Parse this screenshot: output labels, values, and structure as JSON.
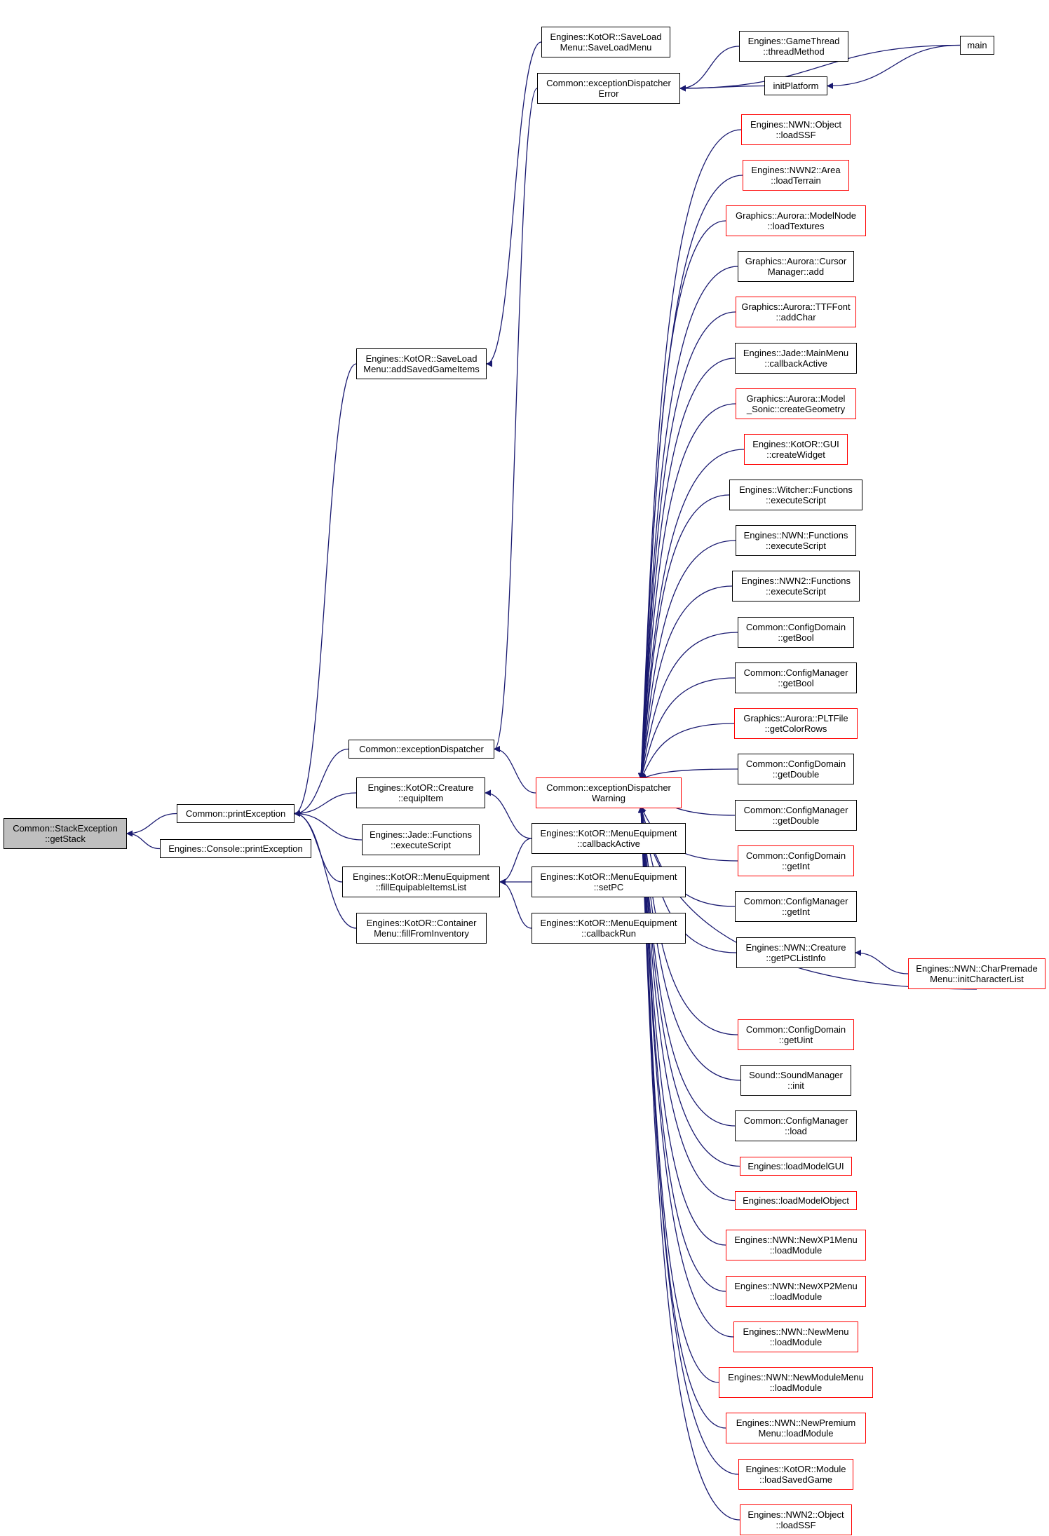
{
  "diagram": {
    "colors": {
      "edge": "#191970",
      "highlight_border": "#ff0000",
      "normal_border": "#000000",
      "root_fill": "#bfbfbf"
    },
    "nodes": [
      {
        "id": "getstack",
        "lines": [
          "Common::StackException",
          "::getStack"
        ],
        "style": "root"
      },
      {
        "id": "printexception",
        "lines": [
          "Common::printException"
        ],
        "style": "normal"
      },
      {
        "id": "console_printexception",
        "lines": [
          "Engines::Console::printException"
        ],
        "style": "normal"
      },
      {
        "id": "addsavedgameitems",
        "lines": [
          "Engines::KotOR::SaveLoad",
          "Menu::addSavedGameItems"
        ],
        "style": "normal"
      },
      {
        "id": "exceptiondispatcher",
        "lines": [
          "Common::exceptionDispatcher"
        ],
        "style": "normal"
      },
      {
        "id": "equipitem",
        "lines": [
          "Engines::KotOR::Creature",
          "::equipItem"
        ],
        "style": "normal"
      },
      {
        "id": "jade_executescript",
        "lines": [
          "Engines::Jade::Functions",
          "::executeScript"
        ],
        "style": "normal"
      },
      {
        "id": "fillequipable",
        "lines": [
          "Engines::KotOR::MenuEquipment",
          "::fillEquipableItemsList"
        ],
        "style": "normal"
      },
      {
        "id": "fillfrominventory",
        "lines": [
          "Engines::KotOR::Container",
          "Menu::fillFromInventory"
        ],
        "style": "normal"
      },
      {
        "id": "saveloadmenu",
        "lines": [
          "Engines::KotOR::SaveLoad",
          "Menu::SaveLoadMenu"
        ],
        "style": "normal"
      },
      {
        "id": "dispatcher_error",
        "lines": [
          "Common::exceptionDispatcher",
          "Error"
        ],
        "style": "normal"
      },
      {
        "id": "dispatcher_warning",
        "lines": [
          "Common::exceptionDispatcher",
          "Warning"
        ],
        "style": "red"
      },
      {
        "id": "callbackactive",
        "lines": [
          "Engines::KotOR::MenuEquipment",
          "::callbackActive"
        ],
        "style": "normal"
      },
      {
        "id": "setpc",
        "lines": [
          "Engines::KotOR::MenuEquipment",
          "::setPC"
        ],
        "style": "normal"
      },
      {
        "id": "callbackrun",
        "lines": [
          "Engines::KotOR::MenuEquipment",
          "::callbackRun"
        ],
        "style": "normal"
      },
      {
        "id": "threadmethod",
        "lines": [
          "Engines::GameThread",
          "::threadMethod"
        ],
        "style": "normal"
      },
      {
        "id": "initplatform",
        "lines": [
          "initPlatform"
        ],
        "style": "normal"
      },
      {
        "id": "main",
        "lines": [
          "main"
        ],
        "style": "normal"
      },
      {
        "id": "nwn_loadssf",
        "lines": [
          "Engines::NWN::Object",
          "::loadSSF"
        ],
        "style": "red"
      },
      {
        "id": "loadterrain",
        "lines": [
          "Engines::NWN2::Area",
          "::loadTerrain"
        ],
        "style": "red"
      },
      {
        "id": "loadtextures",
        "lines": [
          "Graphics::Aurora::ModelNode",
          "::loadTextures"
        ],
        "style": "red"
      },
      {
        "id": "cursor_add",
        "lines": [
          "Graphics::Aurora::Cursor",
          "Manager::add"
        ],
        "style": "normal"
      },
      {
        "id": "addchar",
        "lines": [
          "Graphics::Aurora::TTFFont",
          "::addChar"
        ],
        "style": "red"
      },
      {
        "id": "jade_callbackactive",
        "lines": [
          "Engines::Jade::MainMenu",
          "::callbackActive"
        ],
        "style": "normal"
      },
      {
        "id": "creategeometry",
        "lines": [
          "Graphics::Aurora::Model",
          "_Sonic::createGeometry"
        ],
        "style": "red"
      },
      {
        "id": "createwidget",
        "lines": [
          "Engines::KotOR::GUI",
          "::createWidget"
        ],
        "style": "red"
      },
      {
        "id": "witcher_executescript",
        "lines": [
          "Engines::Witcher::Functions",
          "::executeScript"
        ],
        "style": "normal"
      },
      {
        "id": "nwn_executescript",
        "lines": [
          "Engines::NWN::Functions",
          "::executeScript"
        ],
        "style": "normal"
      },
      {
        "id": "nwn2_executescript",
        "lines": [
          "Engines::NWN2::Functions",
          "::executeScript"
        ],
        "style": "normal"
      },
      {
        "id": "domain_getbool",
        "lines": [
          "Common::ConfigDomain",
          "::getBool"
        ],
        "style": "normal"
      },
      {
        "id": "manager_getbool",
        "lines": [
          "Common::ConfigManager",
          "::getBool"
        ],
        "style": "normal"
      },
      {
        "id": "getcolorrows",
        "lines": [
          "Graphics::Aurora::PLTFile",
          "::getColorRows"
        ],
        "style": "red"
      },
      {
        "id": "domain_getdouble",
        "lines": [
          "Common::ConfigDomain",
          "::getDouble"
        ],
        "style": "normal"
      },
      {
        "id": "manager_getdouble",
        "lines": [
          "Common::ConfigManager",
          "::getDouble"
        ],
        "style": "normal"
      },
      {
        "id": "domain_getint",
        "lines": [
          "Common::ConfigDomain",
          "::getInt"
        ],
        "style": "red"
      },
      {
        "id": "manager_getint",
        "lines": [
          "Common::ConfigManager",
          "::getInt"
        ],
        "style": "normal"
      },
      {
        "id": "getpclistinfo",
        "lines": [
          "Engines::NWN::Creature",
          "::getPCListInfo"
        ],
        "style": "normal"
      },
      {
        "id": "initcharacterlist",
        "lines": [
          "Engines::NWN::CharPremade",
          "Menu::initCharacterList"
        ],
        "style": "red"
      },
      {
        "id": "domain_getuint",
        "lines": [
          "Common::ConfigDomain",
          "::getUint"
        ],
        "style": "red"
      },
      {
        "id": "soundmanager_init",
        "lines": [
          "Sound::SoundManager",
          "::init"
        ],
        "style": "normal"
      },
      {
        "id": "manager_load",
        "lines": [
          "Common::ConfigManager",
          "::load"
        ],
        "style": "normal"
      },
      {
        "id": "loadmodelgui",
        "lines": [
          "Engines::loadModelGUI"
        ],
        "style": "red"
      },
      {
        "id": "loadmodelobject",
        "lines": [
          "Engines::loadModelObject"
        ],
        "style": "red"
      },
      {
        "id": "newxp1_loadmodule",
        "lines": [
          "Engines::NWN::NewXP1Menu",
          "::loadModule"
        ],
        "style": "red"
      },
      {
        "id": "newxp2_loadmodule",
        "lines": [
          "Engines::NWN::NewXP2Menu",
          "::loadModule"
        ],
        "style": "red"
      },
      {
        "id": "newmenu_loadmodule",
        "lines": [
          "Engines::NWN::NewMenu",
          "::loadModule"
        ],
        "style": "red"
      },
      {
        "id": "newmodulemenu_loadmodule",
        "lines": [
          "Engines::NWN::NewModuleMenu",
          "::loadModule"
        ],
        "style": "red"
      },
      {
        "id": "newpremium_loadmodule",
        "lines": [
          "Engines::NWN::NewPremium",
          "Menu::loadModule"
        ],
        "style": "red"
      },
      {
        "id": "loadsavedgame",
        "lines": [
          "Engines::KotOR::Module",
          "::loadSavedGame"
        ],
        "style": "red"
      },
      {
        "id": "nwn2_loadssf",
        "lines": [
          "Engines::NWN2::Object",
          "::loadSSF"
        ],
        "style": "red"
      }
    ]
  }
}
